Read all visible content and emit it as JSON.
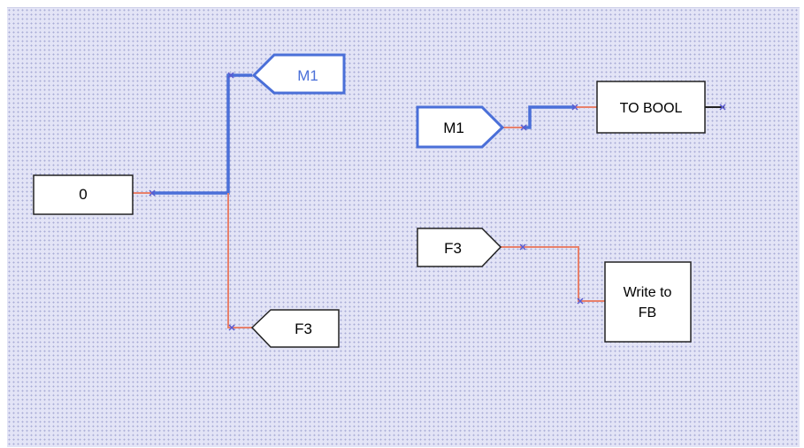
{
  "blocks": {
    "const_value": "0",
    "tag_m1_out": "M1",
    "tag_f3_out": "F3",
    "tag_m1_in": "M1",
    "tag_f3_in": "F3",
    "to_bool_label": "TO BOOL",
    "write_fb_line1": "Write to",
    "write_fb_line2": "FB"
  },
  "colors": {
    "canvas_bg": "#e3e4f6",
    "grid_dot": "#a8acd6",
    "wire_active": "#4a6fd8",
    "wire_normal": "#e8806a",
    "pin_marker": "#5a5ad0",
    "block_border": "#222222",
    "block_fill": "#ffffff"
  }
}
